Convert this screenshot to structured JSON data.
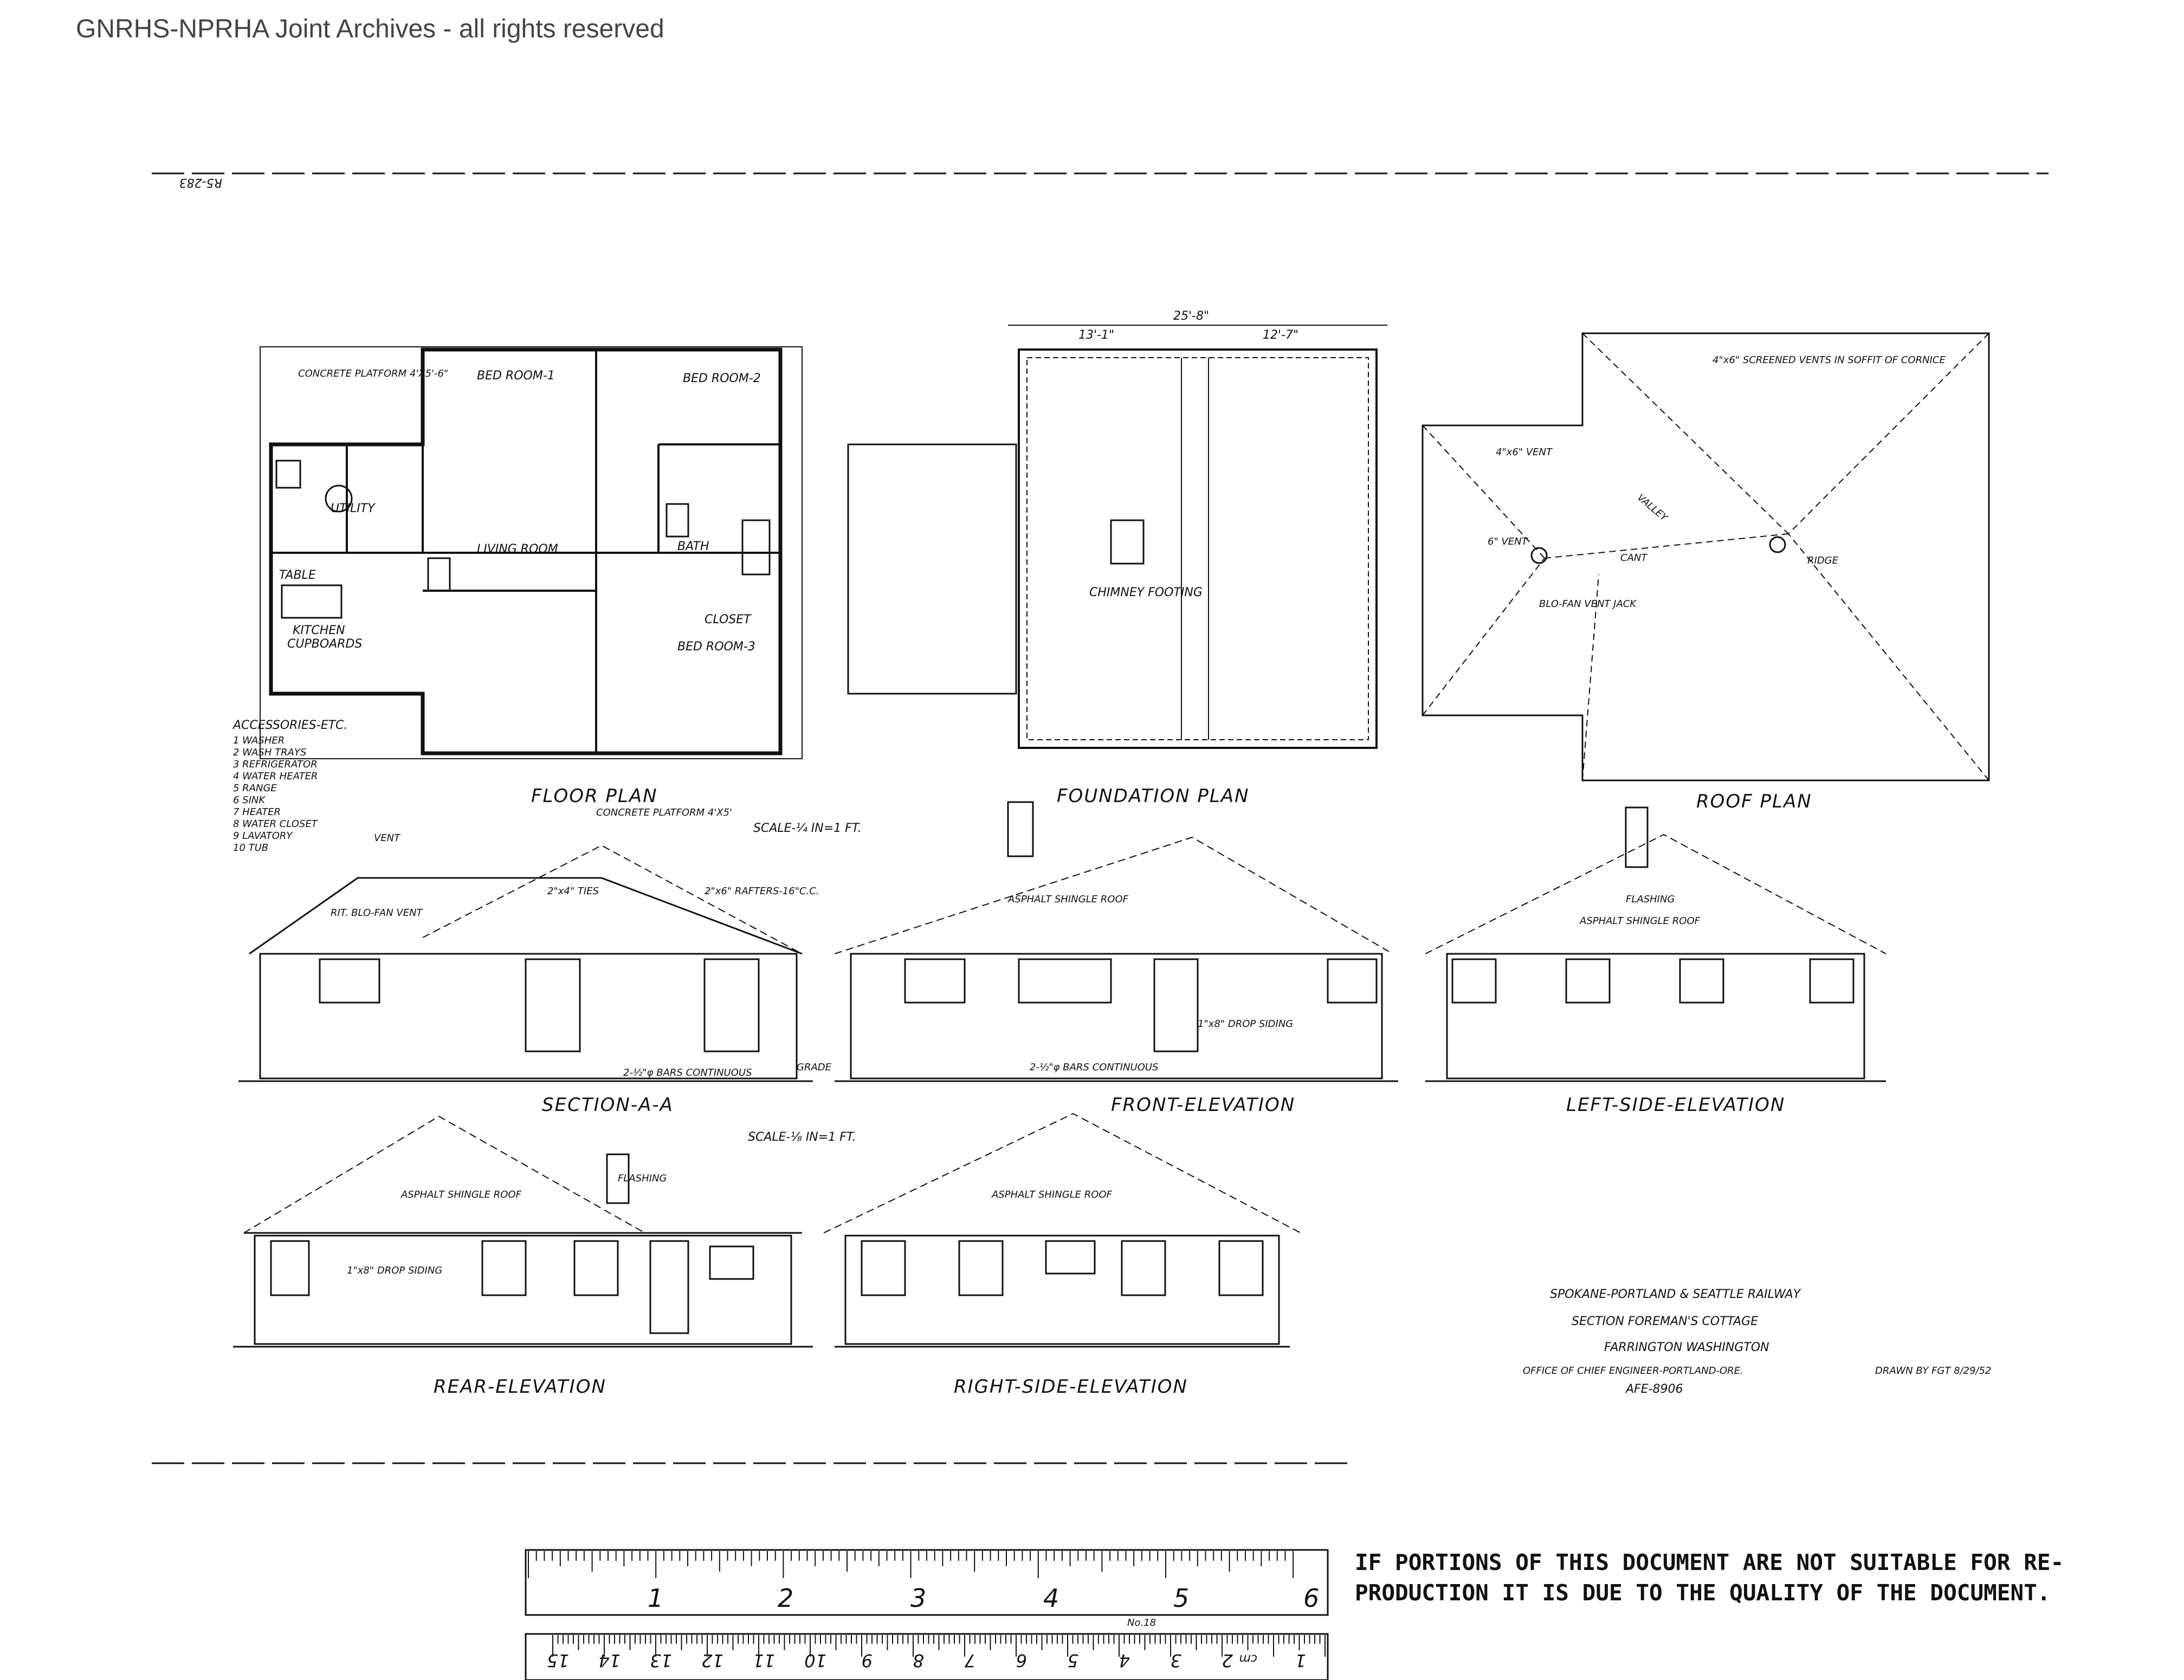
{
  "watermark": "GNRHS-NPRHA Joint Archives - all rights reserved",
  "drawing_number": "R5-283",
  "views": {
    "floor_plan": "FLOOR PLAN",
    "foundation_plan": "FOUNDATION PLAN",
    "roof_plan": "ROOF PLAN",
    "section_aa": "SECTION-A-A",
    "front_elevation": "FRONT-ELEVATION",
    "left_side_elevation": "LEFT-SIDE-ELEVATION",
    "rear_elevation": "REAR-ELEVATION",
    "right_side_elevation": "RIGHT-SIDE-ELEVATION"
  },
  "scales": {
    "plan_scale": "SCALE-¼ IN=1 FT.",
    "elevation_scale": "SCALE-⅛ IN=1 FT."
  },
  "rooms": {
    "bed_room_1": "BED ROOM-1",
    "bed_room_2": "BED ROOM-2",
    "bed_room_3": "BED ROOM-3",
    "living_room": "LIVING ROOM",
    "utility": "UTILITY",
    "kitchen": "KITCHEN",
    "bath": "BATH",
    "closet": "CLOSET",
    "table": "TABLE",
    "cupboards": "CUPBOARDS",
    "concrete_platform_top": "CONCRETE PLATFORM 4'X5'-6\"",
    "concrete_platform_bottom": "CONCRETE PLATFORM 4'X5'"
  },
  "accessories": {
    "heading": "ACCESSORIES-ETC.",
    "items": [
      "1 WASHER",
      "2 WASH TRAYS",
      "3 REFRIGERATOR",
      "4 WATER HEATER",
      "5 RANGE",
      "6 SINK",
      "7 HEATER",
      "8 WATER CLOSET",
      "9 LAVATORY",
      "10 TUB"
    ]
  },
  "foundation_notes": {
    "chimney": "CHIMNEY FOOTING",
    "dim_overall": "25'-8\"",
    "dim_left": "13'-1\"",
    "dim_right": "12'-7\""
  },
  "roof_notes": {
    "screened_vents": "4\"x6\" SCREENED VENTS IN SOFFIT OF CORNICE",
    "vent_4x6": "4\"x6\" VENT",
    "vent_6": "6\" VENT",
    "cant": "CANT",
    "ridge": "RIDGE",
    "valley": "VALLEY",
    "blo_fan": "BLO-FAN VENT JACK"
  },
  "elevation_notes": {
    "asphalt_roof": "ASPHALT SHINGLE ROOF",
    "flashing": "FLASHING",
    "vent": "VENT",
    "drop_siding": "1\"x8\" DROP SIDING",
    "bars": "2-½\"φ BARS CONTINUOUS",
    "grade": "GRADE",
    "rafters": "2\"x6\" RAFTERS-16\"C.C.",
    "ties": "2\"x4\" TIES",
    "blo_fan": "RIT. BLO-FAN VENT"
  },
  "title_block": {
    "railway": "SPOKANE-PORTLAND & SEATTLE RAILWAY",
    "building": "SECTION FOREMAN'S COTTAGE",
    "location": "FARRINGTON WASHINGTON",
    "office": "OFFICE OF CHIEF ENGINEER-PORTLAND-ORE.",
    "drawn": "DRAWN BY FGT 8/29/52",
    "afe": "AFE-8906"
  },
  "notice": {
    "line1": "IF PORTIONS OF THIS DOCUMENT ARE NOT SUITABLE FOR RE-",
    "line2": "PRODUCTION IT IS DUE TO THE QUALITY OF THE DOCUMENT."
  },
  "ruler": {
    "inches": [
      "1",
      "2",
      "3",
      "4",
      "5",
      "6"
    ],
    "cm": [
      "1",
      "2",
      "3",
      "4",
      "5",
      "6",
      "7",
      "8",
      "9",
      "10",
      "11",
      "12",
      "13",
      "14",
      "15"
    ],
    "model": "No.18",
    "cm_unit": "cm"
  }
}
